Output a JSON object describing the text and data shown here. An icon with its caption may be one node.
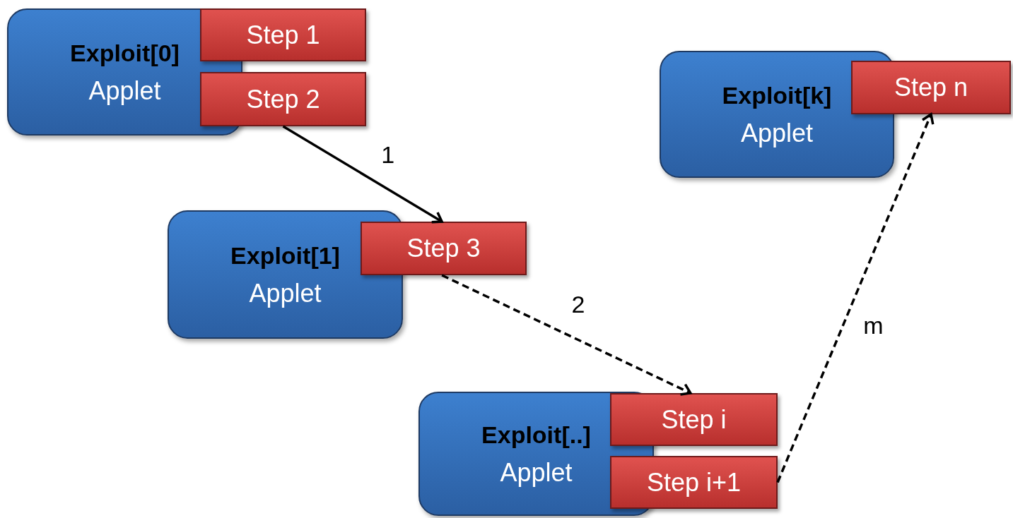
{
  "diagram": {
    "nodes": [
      {
        "text": [
          "Exploit[0]",
          "Applet"
        ]
      },
      {
        "text": [
          "Step 1"
        ]
      },
      {
        "text": [
          "Step 2"
        ]
      },
      {
        "text": [
          "Exploit[k]",
          "Applet"
        ]
      },
      {
        "text": [
          "Step n"
        ]
      },
      {
        "text": [
          "Exploit[1]",
          "Applet"
        ]
      },
      {
        "text": [
          "Step 3"
        ]
      },
      {
        "text": [
          "Exploit[..]",
          "Applet"
        ]
      },
      {
        "text": [
          "Step i"
        ]
      },
      {
        "text": [
          "Step i+1"
        ]
      }
    ],
    "edges": [
      {
        "from": 2,
        "to": 6,
        "arrow": "to",
        "label": "1"
      },
      {
        "from": 6,
        "to": 8,
        "arrow": "to",
        "label": "2",
        "style": "dashed"
      },
      {
        "from": 9,
        "to": 4,
        "arrow": "to",
        "label": "m",
        "style": "dashed"
      }
    ]
  }
}
